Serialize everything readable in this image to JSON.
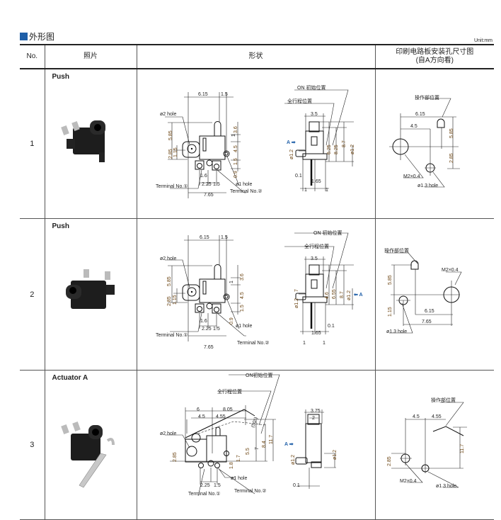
{
  "section_title": "外形图",
  "unit": "Unit:mm",
  "table": {
    "headers": {
      "no": "No.",
      "photo": "照片",
      "shape": "形状",
      "pcb": "印刷电路板安装孔尺寸图",
      "pcb_sub": "(自A方向看)"
    }
  },
  "rows": [
    {
      "no": "1",
      "type": "Push",
      "shape_labels": {
        "w615": "6.15",
        "w15": "1.5",
        "hole2": "ø2 hole",
        "h585": "5.85",
        "h285": "2.85",
        "h115": "1.15",
        "h36": "3.6",
        "h1": "1",
        "h45": "4.5",
        "h15": "1.5",
        "h09": "0.9",
        "w16": "1.6",
        "w225": "2.25",
        "w15b": "1.5",
        "hole1": "ø1 hole",
        "term1": "Terminal No.①",
        "term2": "Terminal No.②",
        "w765": "7.65",
        "on": "ON 初始位置",
        "full": "全行程位置",
        "w35": "3.5",
        "a": "A ➡",
        "h625": "6.25",
        "h825": "8.25",
        "h87": "8.7",
        "d12r": "ø1.2",
        "d12l": "ø1.2",
        "w01": "0.1",
        "w165": "1.65",
        "w1a": "1",
        "w1b": "1"
      },
      "pcb_labels": {
        "op": "操作部位置",
        "w615": "6.15",
        "w45": "4.5",
        "h585": "5.85",
        "h285": "2.85",
        "m2": "M2×0.4",
        "hole": "ø1.3 hole"
      }
    },
    {
      "no": "2",
      "type": "Push",
      "shape_labels": {
        "w615": "6.15",
        "w15": "1.5",
        "hole2": "ø2 hole",
        "h585": "5.85",
        "h285": "2.85",
        "h115": "1.15",
        "h36": "3.6",
        "h1": "1",
        "h45": "4.5",
        "h15": "1.5",
        "h09": "0.9",
        "w16": "1.6",
        "w225": "2.25",
        "w15b": "1.5",
        "hole1": "ø1 hole",
        "term1": "Terminal No.①",
        "term2": "Terminal No.②",
        "w765": "7.65",
        "on": "ON 初始位置",
        "full": "全行程位置",
        "w35": "3.5",
        "h7": "7",
        "d12l": "ø1.2",
        "h46": "4.6",
        "h655": "6.55",
        "h87": "8.7",
        "d12r": "ø1.2",
        "a": "⬅ A",
        "w01": "0.1",
        "w165": "1.65",
        "w1a": "1",
        "w1b": "1"
      },
      "pcb_labels": {
        "op": "操作部位置",
        "m2": "M2×0.4",
        "h585": "5.85",
        "h115": "1.15",
        "w615": "6.15",
        "w765": "7.65",
        "hole": "ø1.3 hole"
      }
    },
    {
      "no": "3",
      "type": "Actuator A",
      "shape_labels": {
        "on": "ON初始位置",
        "full": "全行程位置",
        "w6": "6",
        "w805": "8.05",
        "w45": "4.5",
        "w455": "4.55",
        "ang": "(50°)",
        "hole2": "ø2 hole",
        "h55": "5.5",
        "h7": "7",
        "h84": "8.4",
        "h117": "11.7",
        "h285": "2.85",
        "h17": "1.7",
        "h18": "1.8",
        "hole1": "ø1 hole",
        "w225": "2.25",
        "w15": "1.5",
        "term1": "Terminal No.①",
        "term2": "Terminal No.②",
        "w375": "3.75",
        "w2": "2",
        "a": "A ➡",
        "d12l": "ø1.2",
        "d12r": "ø1.2",
        "w01": "0.1"
      },
      "pcb_labels": {
        "op": "操作部位置",
        "w45": "4.5",
        "w455": "4.55",
        "h117": "11.7",
        "h285": "2.85",
        "m2": "M2×0.4",
        "hole": "ø1.3 hole"
      }
    }
  ]
}
